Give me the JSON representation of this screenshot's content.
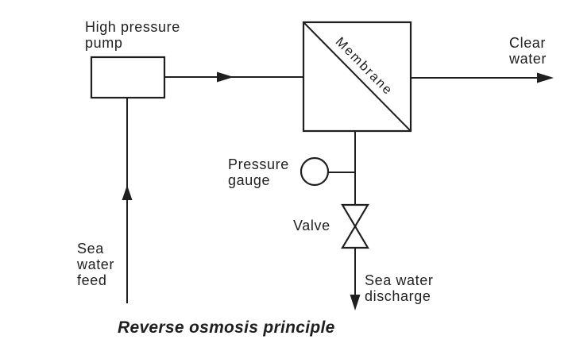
{
  "colors": {
    "ink": "#1f1f1f",
    "background": "#ffffff"
  },
  "diagram": {
    "caption": "Reverse osmosis principle",
    "labels": {
      "pump": "High pressure\npump",
      "membrane": "Membrane",
      "clear_water": "Clear\nwater",
      "pressure_gauge": "Pressure\ngauge",
      "valve": "Valve",
      "sea_water_discharge": "Sea water\ndischarge",
      "sea_water_feed": "Sea\nwater\nfeed"
    }
  }
}
